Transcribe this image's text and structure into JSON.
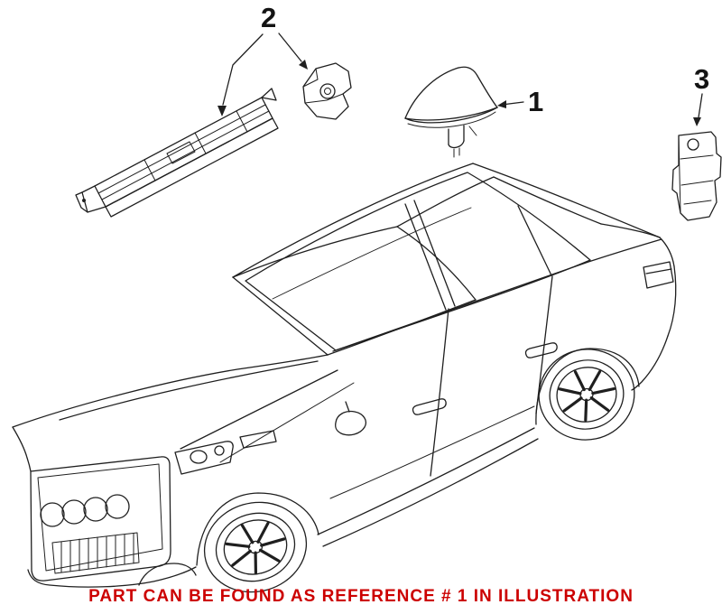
{
  "illustration": {
    "callouts": {
      "one": "1",
      "two": "2",
      "three": "3"
    },
    "caption": "PART CAN BE FOUND AS REFERENCE # 1 IN ILLUSTRATION"
  },
  "colors": {
    "caption_red": "#cc0000",
    "line_art": "#1f1f1f",
    "background": "#ffffff"
  }
}
